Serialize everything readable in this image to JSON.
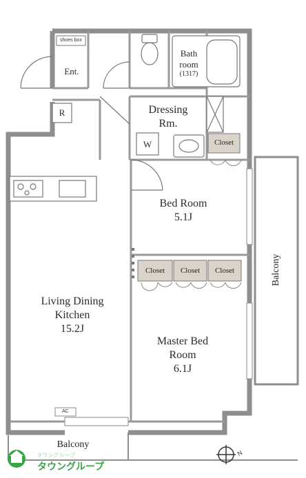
{
  "rooms": {
    "entrance": {
      "label": "Ent."
    },
    "shoes_box": {
      "label": "shoes box"
    },
    "refrigerator": {
      "label": "R"
    },
    "bathroom": {
      "line1": "Bath",
      "line2": "room",
      "size": "(1317)"
    },
    "dressing": {
      "line1": "Dressing",
      "line2": "Rm."
    },
    "washer": {
      "label": "W"
    },
    "bedroom": {
      "line1": "Bed Room",
      "line2": "5.1J"
    },
    "ldk": {
      "line1": "Living Dining",
      "line2": "Kitchen",
      "line3": "15.2J"
    },
    "master": {
      "line1": "Master Bed",
      "line2": "Room",
      "line3": "6.1J"
    },
    "ac": {
      "label": "AC"
    }
  },
  "closets": {
    "dressing_closet": "Closet",
    "master_closet_1": "Closet",
    "master_closet_2": "Closet",
    "master_closet_3": "Closet"
  },
  "balconies": {
    "south": "Balcony",
    "east": "Balcony"
  },
  "compass": {
    "north": "N"
  },
  "logo": {
    "line1": "タウングループ",
    "line2": "タウングループ"
  },
  "colors": {
    "wall": "#8c8c8c",
    "closet_fill": "#d9d3ca",
    "logo_green": "#3aa548"
  }
}
